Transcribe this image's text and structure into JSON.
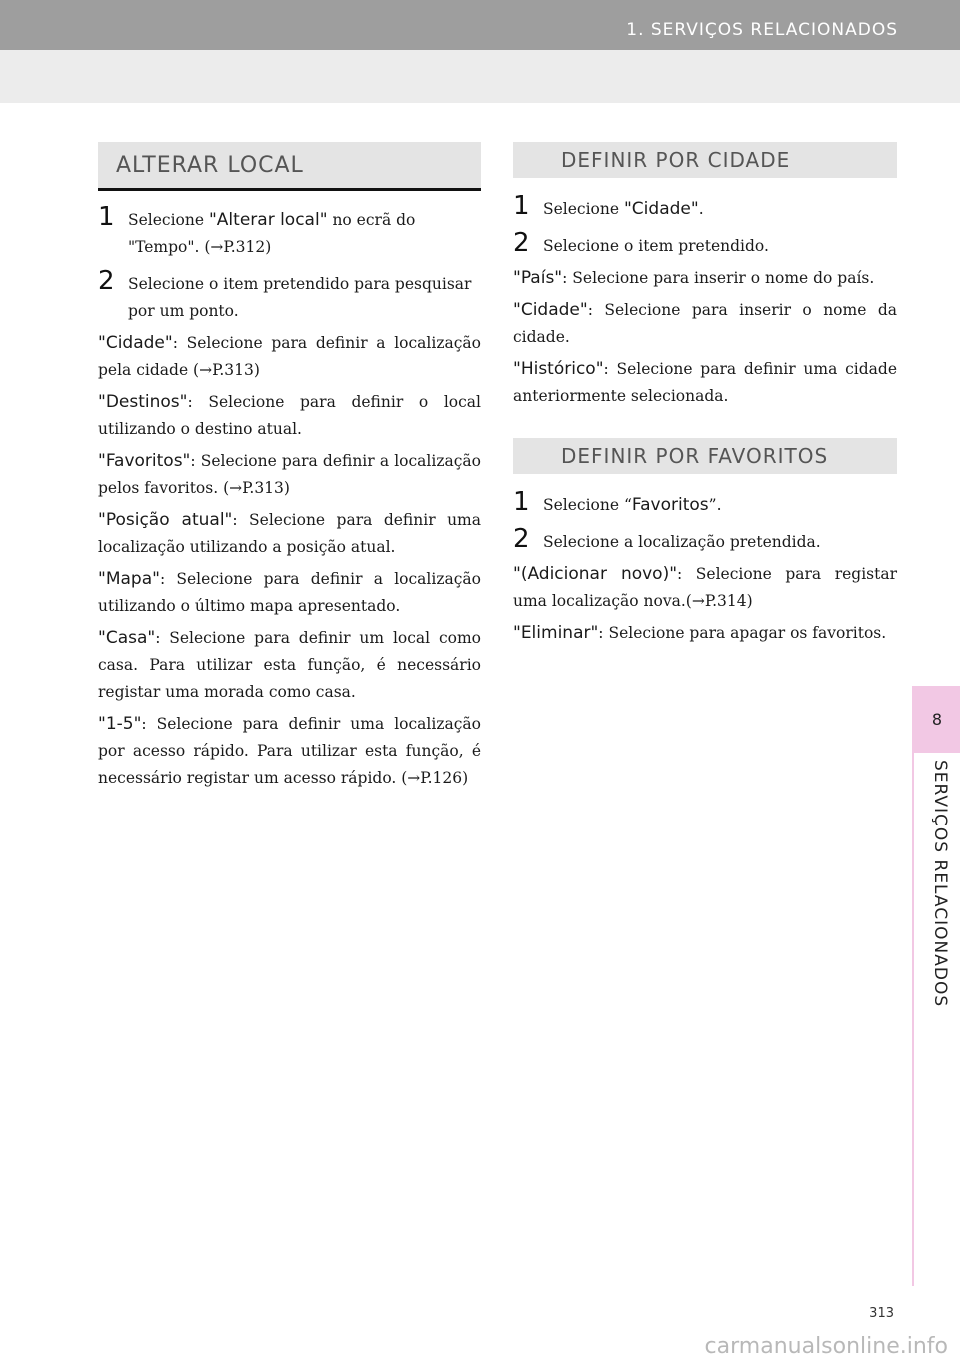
{
  "header": {
    "title": "1. SERVIÇOS RELACIONADOS"
  },
  "left": {
    "heading": "ALTERAR LOCAL",
    "steps": [
      {
        "num": "1",
        "pre": "Selecione ",
        "kw": "\"Alterar local\"",
        "post": " no ecrã do \"Tempo\". (→P.312)"
      },
      {
        "num": "2",
        "text": "Selecione o item pretendido para pesquisar por um ponto."
      }
    ],
    "items": [
      {
        "kw": "\"Cidade\"",
        "text": ": Selecione para definir a localização pela cidade (→P.313)"
      },
      {
        "kw": "\"Destinos\"",
        "text": ": Selecione para definir o local utilizando o destino atual."
      },
      {
        "kw": "\"Favoritos\"",
        "text": ": Selecione para definir a localização pelos favoritos. (→P.313)"
      },
      {
        "kw": "\"Posição atual\"",
        "text": ": Selecione para definir uma localização utilizando a posição atual."
      },
      {
        "kw": "\"Mapa\"",
        "text": ": Selecione para definir a localização utilizando o último mapa apresentado."
      },
      {
        "kw": "\"Casa\"",
        "text": ": Selecione para definir um local como casa. Para utilizar esta função, é necessário registar uma morada como casa."
      },
      {
        "kw": "\"1-5\"",
        "text": ": Selecione para definir uma localização por acesso rápido. Para utilizar esta função, é necessário registar um acesso rápido. (→P.126)"
      }
    ]
  },
  "right": {
    "city_heading": "DEFINIR POR CIDADE",
    "city_steps": [
      {
        "num": "1",
        "pre": "Selecione ",
        "kw": "\"Cidade\"",
        "post": "."
      },
      {
        "num": "2",
        "text": "Selecione o item pretendido."
      }
    ],
    "city_items": [
      {
        "kw": "\"País\"",
        "text": ": Selecione para inserir o nome do país."
      },
      {
        "kw": "\"Cidade\"",
        "text": ": Selecione para inserir o nome da cidade."
      },
      {
        "kw": "\"Histórico\"",
        "text": ": Selecione para definir uma cidade anteriormente selecionada."
      }
    ],
    "fav_heading": "DEFINIR POR FAVORITOS",
    "fav_steps": [
      {
        "num": "1",
        "pre": "Selecione “",
        "kw": "Favoritos",
        "post": "”."
      },
      {
        "num": "2",
        "text": "Selecione a localização pretendida."
      }
    ],
    "fav_items": [
      {
        "kw": "\"(Adicionar novo)\"",
        "text": ": Selecione para registar uma localização nova.(→P.314)"
      },
      {
        "kw": "\"Eliminar\"",
        "text": ": Selecione para apagar os favoritos."
      }
    ]
  },
  "side": {
    "tab_number": "8",
    "label": "SERVIÇOS RELACIONADOS"
  },
  "footer": {
    "page_number": "313",
    "watermark": "carmanualsonline.info"
  }
}
